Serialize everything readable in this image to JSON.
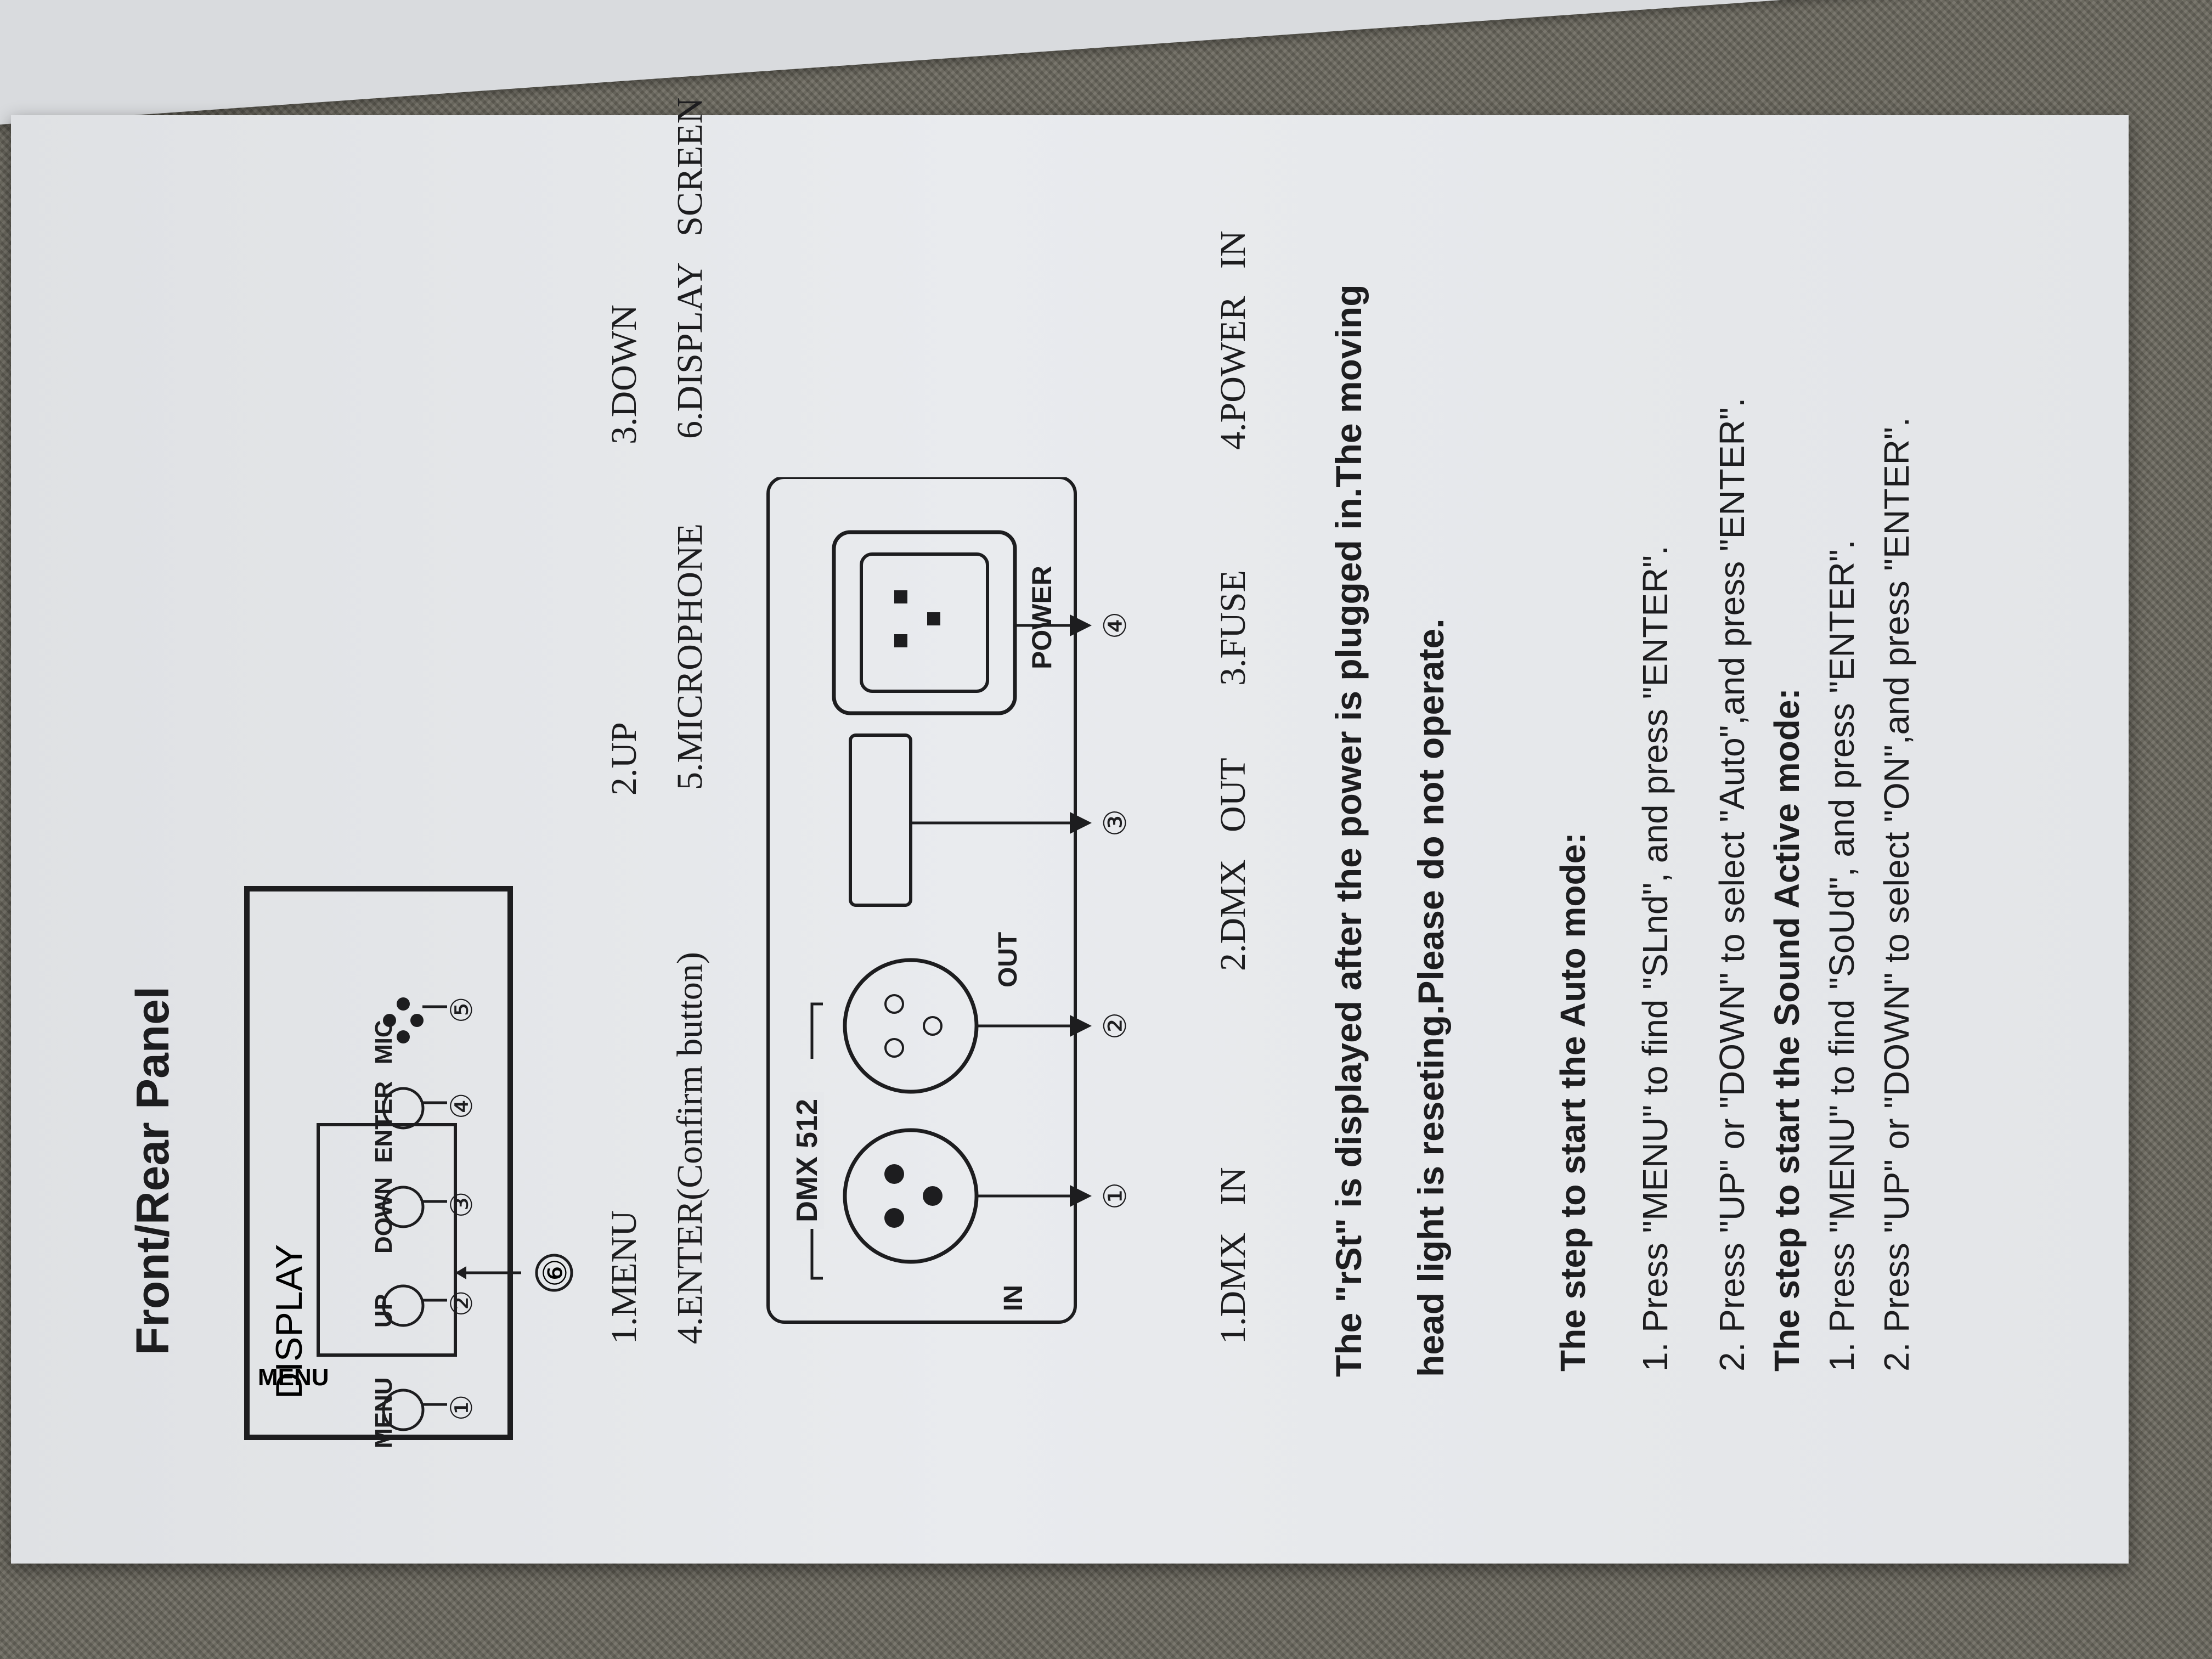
{
  "title": "Front/Rear Panel",
  "front_panel": {
    "display_label": "DISPLAY",
    "buttons": [
      {
        "label": "MENU",
        "num": "①"
      },
      {
        "label": "UP",
        "num": "②"
      },
      {
        "label": "DOWN",
        "num": "③"
      },
      {
        "label": "ENTER",
        "num": "④"
      }
    ],
    "mic_label": "MIC",
    "mic_num": "⑤",
    "display_num": "⑥"
  },
  "front_legend": {
    "row1": [
      "1.MENU",
      "2.UP",
      "3.DOWN"
    ],
    "row2": [
      "4.ENTER(Confirm button)",
      "5.MICROPHONE",
      "6.DISPLAY   SCREEN"
    ]
  },
  "rear_panel": {
    "dmx_label": "DMX 512",
    "in_label": "IN",
    "out_label": "OUT",
    "power_label": "POWER",
    "nums": [
      "①",
      "②",
      "③",
      "④"
    ]
  },
  "rear_legend": [
    "1.DMX   IN",
    "2.DMX   OUT",
    "3.FUSE",
    "4.POWER   IN"
  ],
  "notice": {
    "line1": "The \"rSt\" is displayed after the power is plugged in.The moving",
    "line2": "head light is reseting.Please do not operate."
  },
  "auto_mode": {
    "heading": "The step to start the Auto mode:",
    "step1": "1. Press \"MENU\" to find \"SLnd\", and press \"ENTER\".",
    "step2": "2. Press \"UP\" or \"DOWN\" to select \"Auto\",and press \"ENTER\"."
  },
  "sound_mode": {
    "heading": "The step to start the Sound Active mode:",
    "step1": "1. Press \"MENU\" to find \"SoUd\", and press \"ENTER\".",
    "step2": "2. Press \"UP\" or \"DOWN\" to select \"ON\",and press \"ENTER\"."
  }
}
